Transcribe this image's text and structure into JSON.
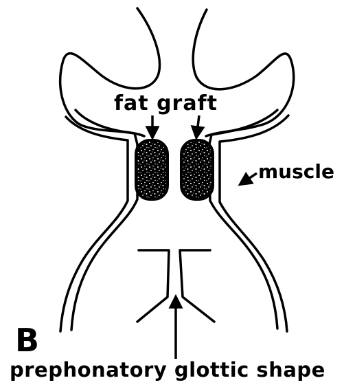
{
  "panel_letter": "B",
  "labels": {
    "fat_graft": "fat graft",
    "muscle": "muscle",
    "prephonatory_glottic_shape": "prephonatory glottic shape"
  },
  "colors": {
    "ink": "#000000",
    "background": "#ffffff",
    "speckle": "#ffffff"
  }
}
